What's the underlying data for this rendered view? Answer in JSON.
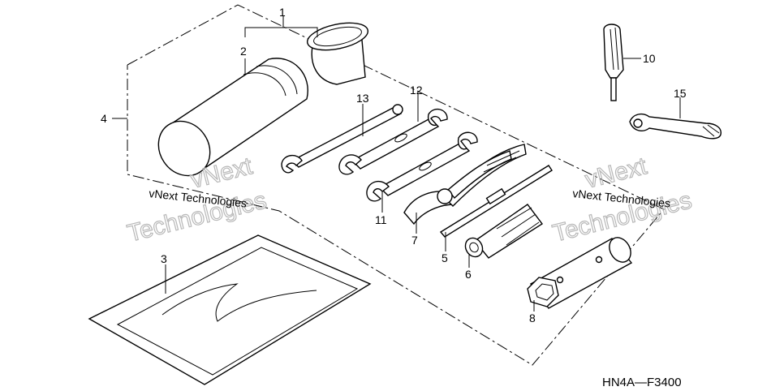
{
  "diagram": {
    "labels": {
      "p1": "1",
      "p2": "2",
      "p3": "3",
      "p4": "4",
      "p5": "5",
      "p6": "6",
      "p7": "7",
      "p8": "8",
      "p10": "10",
      "p11": "11",
      "p12": "12",
      "p13": "13",
      "p15": "15"
    },
    "watermark": {
      "left_small": "vNext Technologies",
      "left_big_1": "vNext",
      "left_big_2": "Technologies",
      "right_small": "vNext Technologies",
      "right_big_1": "vNext",
      "right_big_2": "Technologies"
    },
    "code": "HN4A—F3400"
  }
}
